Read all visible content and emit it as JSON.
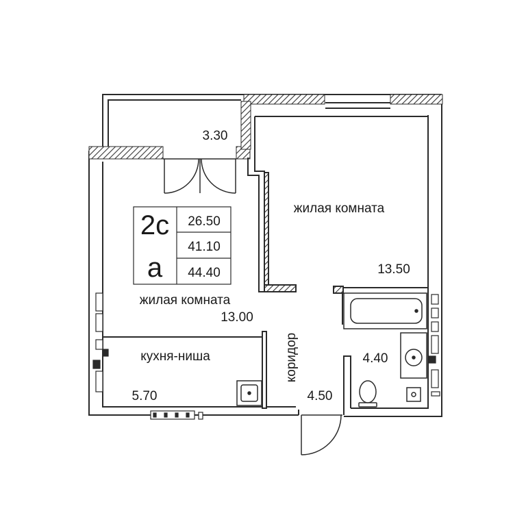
{
  "apartment": {
    "type_code": "2с",
    "letter": "а",
    "areas": [
      "26.50",
      "41.10",
      "44.40"
    ]
  },
  "rooms": {
    "living_left": {
      "label": "жилая комната",
      "area": "13.00"
    },
    "living_right": {
      "label": "жилая комната",
      "area": "13.50"
    },
    "kitchen": {
      "label": "кухня-ниша",
      "area": "5.70"
    },
    "corridor": {
      "label": "коридор",
      "area": "4.50"
    },
    "balcony": {
      "area": "3.30"
    },
    "bathroom": {
      "area": "4.40"
    }
  }
}
